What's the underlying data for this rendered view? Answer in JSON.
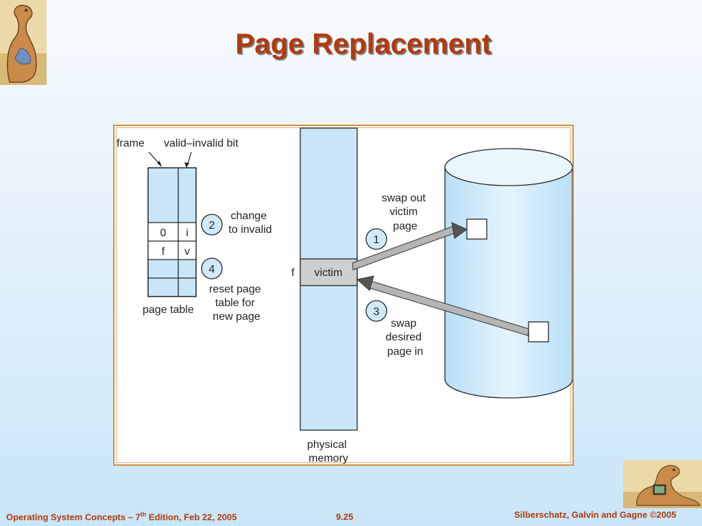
{
  "title": "Page Replacement",
  "diagram": {
    "frame_label": "frame",
    "valid_invalid_label": "valid–invalid bit",
    "page_table_rows": [
      {
        "frame": "",
        "bit": ""
      },
      {
        "frame": "",
        "bit": ""
      },
      {
        "frame": "",
        "bit": ""
      },
      {
        "frame": "0",
        "bit": "i"
      },
      {
        "frame": "f",
        "bit": "v"
      },
      {
        "frame": "",
        "bit": ""
      },
      {
        "frame": "",
        "bit": ""
      }
    ],
    "page_table_label": "page table",
    "step2_number": "2",
    "step2_lines": [
      "change",
      "to invalid"
    ],
    "step4_number": "4",
    "step4_lines": [
      "reset page",
      "table for",
      "new page"
    ],
    "memory_frame_label": "f",
    "victim_label": "victim",
    "memory_label_lines": [
      "physical",
      "memory"
    ],
    "step1_number": "1",
    "step1_lines": [
      "swap out",
      "victim",
      "page"
    ],
    "step3_number": "3",
    "step3_lines": [
      "swap",
      "desired",
      "page in"
    ]
  },
  "footer": {
    "left_prefix": "Operating System Concepts – 7",
    "left_sup": "th",
    "left_suffix": " Edition, Feb 22, 2005",
    "center": "9.25",
    "right": "Silberschatz, Galvin and Gagne ©2005"
  },
  "colors": {
    "title": "#b23a0e",
    "footer": "#b23a0e",
    "memory_fill": "#c8e6f8",
    "victim_fill": "#cfcfcf",
    "frame_border": "#d98a3a"
  },
  "icons": {
    "logo_top": "dinosaur-logo-icon",
    "logo_bottom": "dinosaur-laptop-icon"
  }
}
